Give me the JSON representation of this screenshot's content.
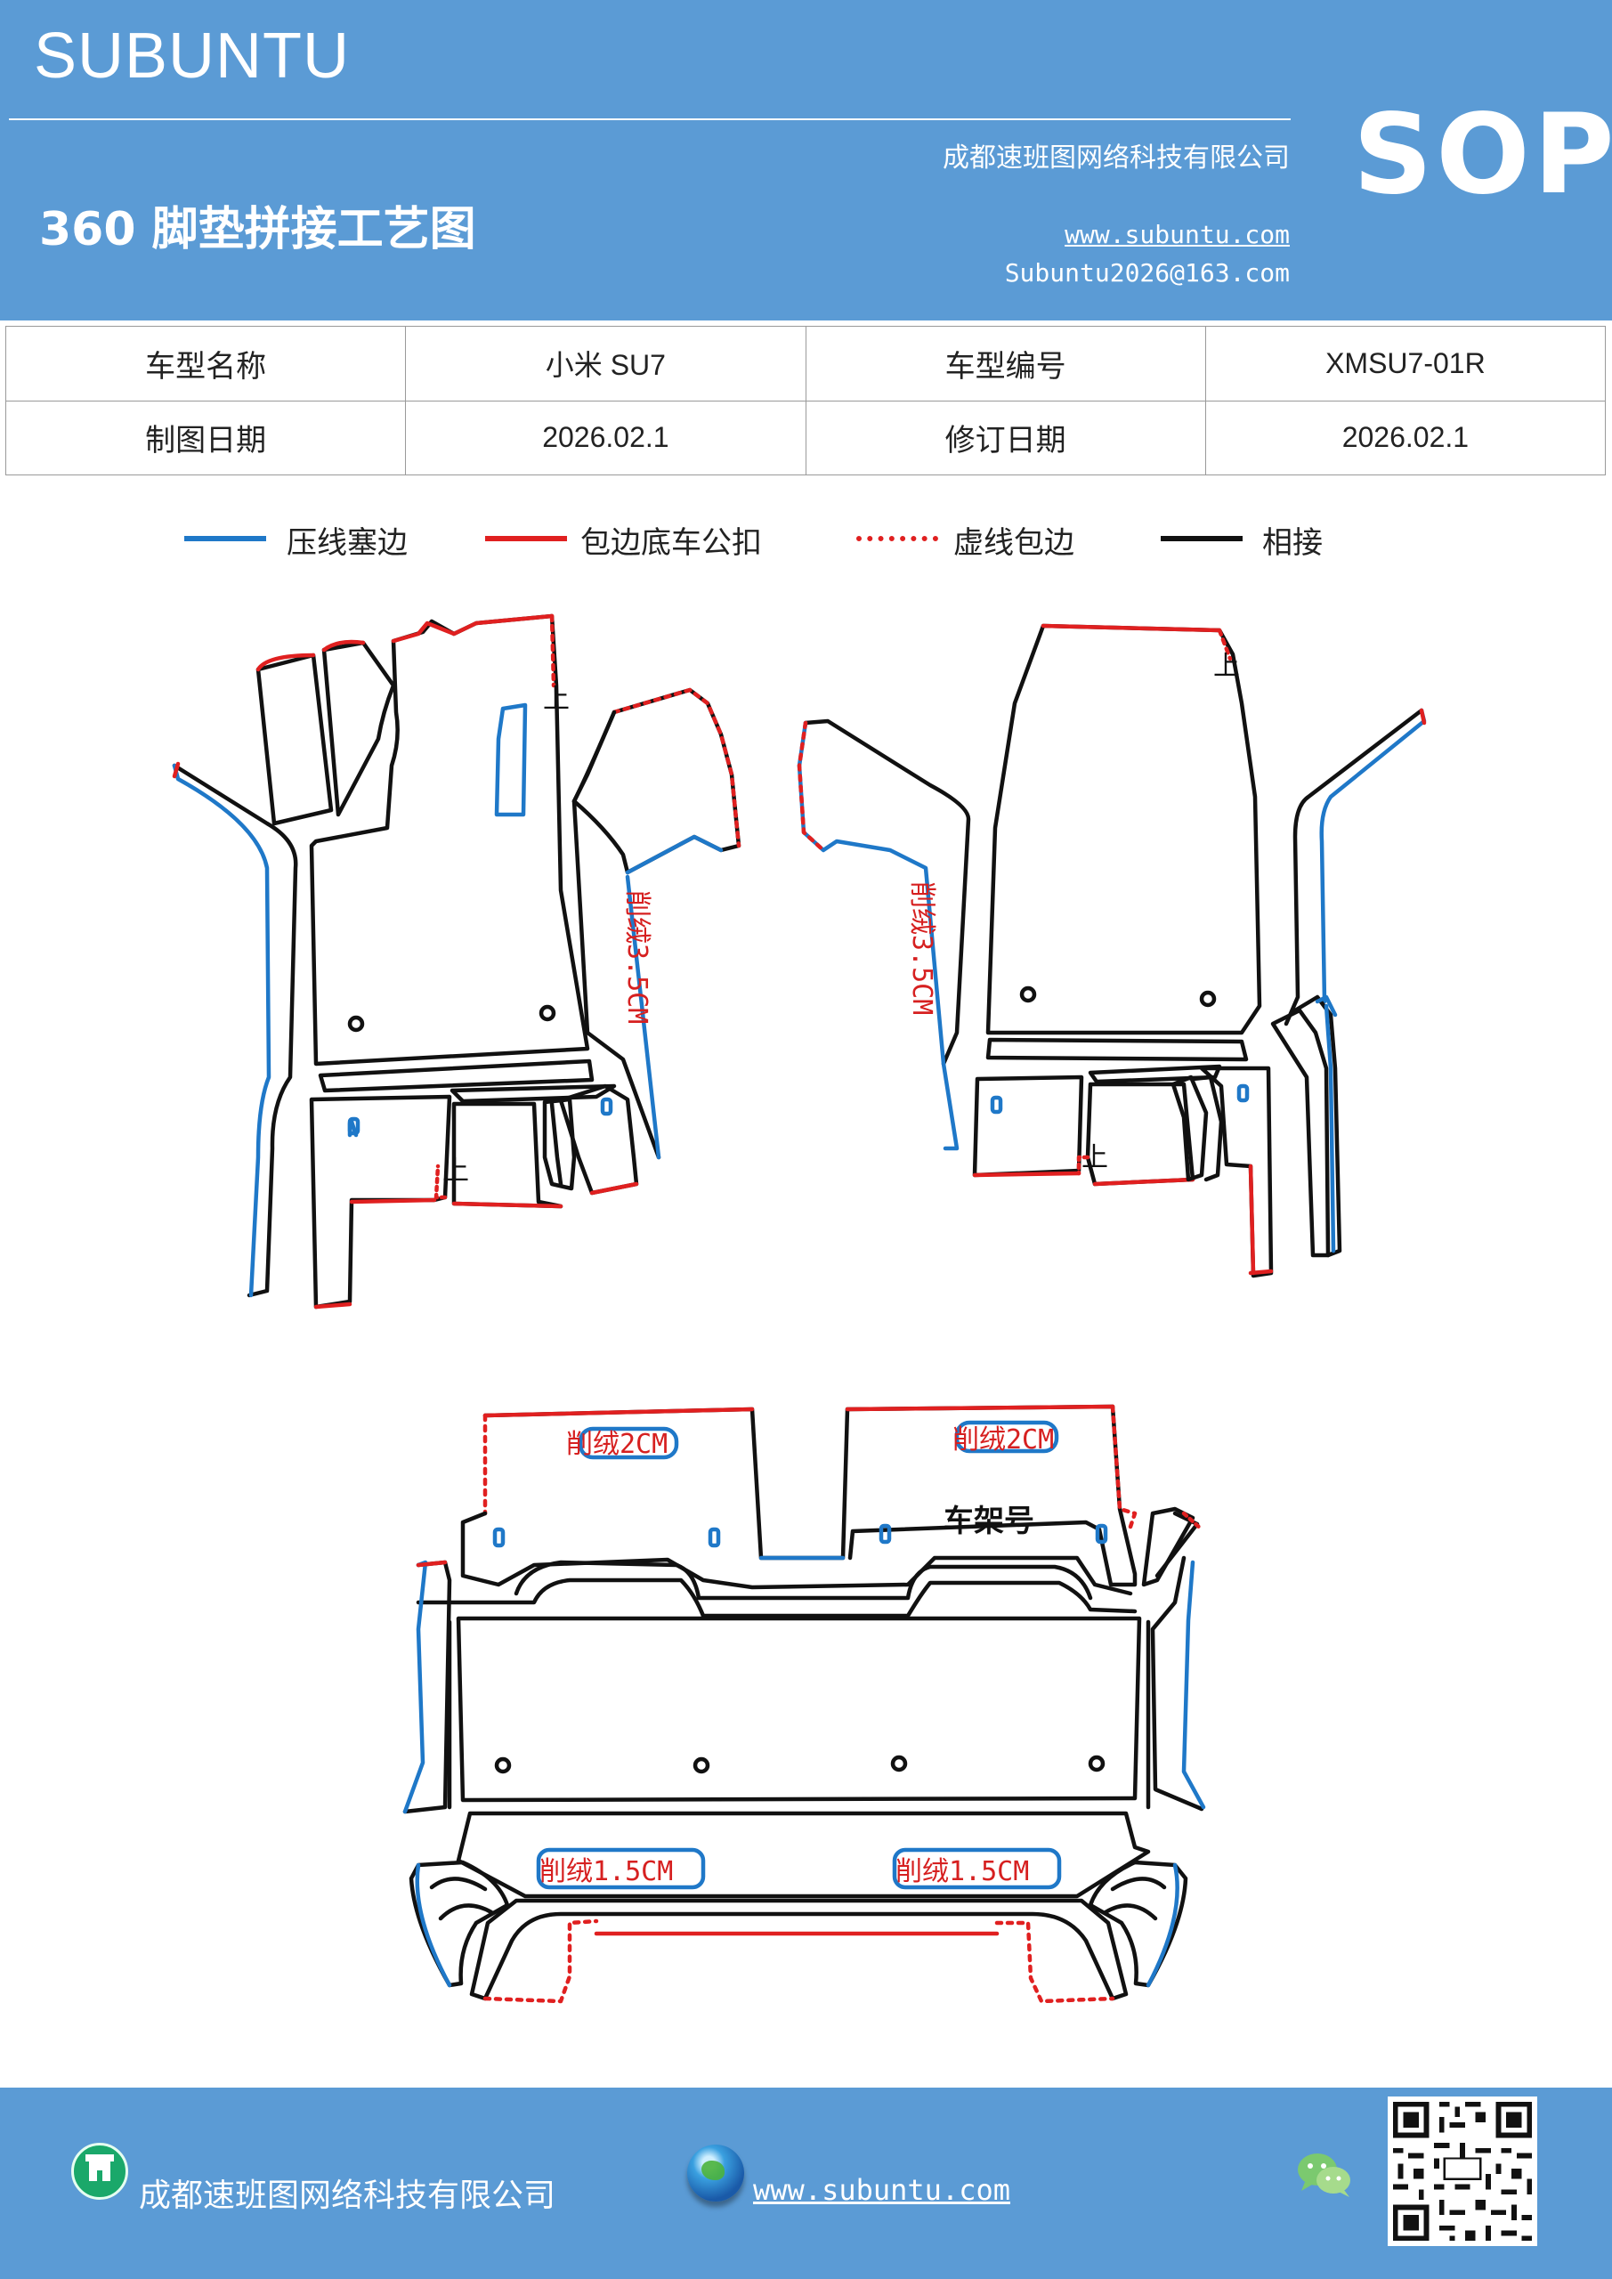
{
  "header": {
    "brand": "SUBUNTU",
    "company": "成都速班图网络科技有限公司",
    "badge": "SOP",
    "title": "360 脚垫拼接工艺图",
    "website": "www.subuntu.com",
    "email": "Subuntu2026@163.com"
  },
  "info_table": {
    "rows": [
      [
        "车型名称",
        "小米 SU7",
        "车型编号",
        "XMSU7-01R"
      ],
      [
        "制图日期",
        "2026.02.1",
        "修订日期",
        "2026.02.1"
      ]
    ]
  },
  "legend": {
    "items": [
      {
        "label": "压线塞边",
        "color": "#1f78c8",
        "style": "solid"
      },
      {
        "label": "包边底车公扣",
        "color": "#e02020",
        "style": "solid"
      },
      {
        "label": "虚线包边",
        "color": "#e02020",
        "style": "dotted"
      },
      {
        "label": "相接",
        "color": "#111111",
        "style": "solid"
      }
    ]
  },
  "diagram_labels": {
    "up1": "上",
    "up2": "上",
    "up3": "上",
    "up4": "上",
    "side_left": "削绒3.5CM",
    "side_right": "削绒3.5CM",
    "rear_top_left": "削绒2CM",
    "rear_top_right": "削绒2CM",
    "frame_no": "车架号",
    "rear_bottom_left": "削绒1.5CM",
    "rear_bottom_right": "削绒1.5CM"
  },
  "footer": {
    "company": "成都速班图网络科技有限公司",
    "website": "www.subuntu.com",
    "icons": [
      "building-icon",
      "globe-icon",
      "wechat-icon",
      "qr-code"
    ]
  },
  "colors": {
    "header_bg": "#5b9bd5",
    "blue_line": "#1f78c8",
    "red_line": "#e02020",
    "black_line": "#111111"
  }
}
